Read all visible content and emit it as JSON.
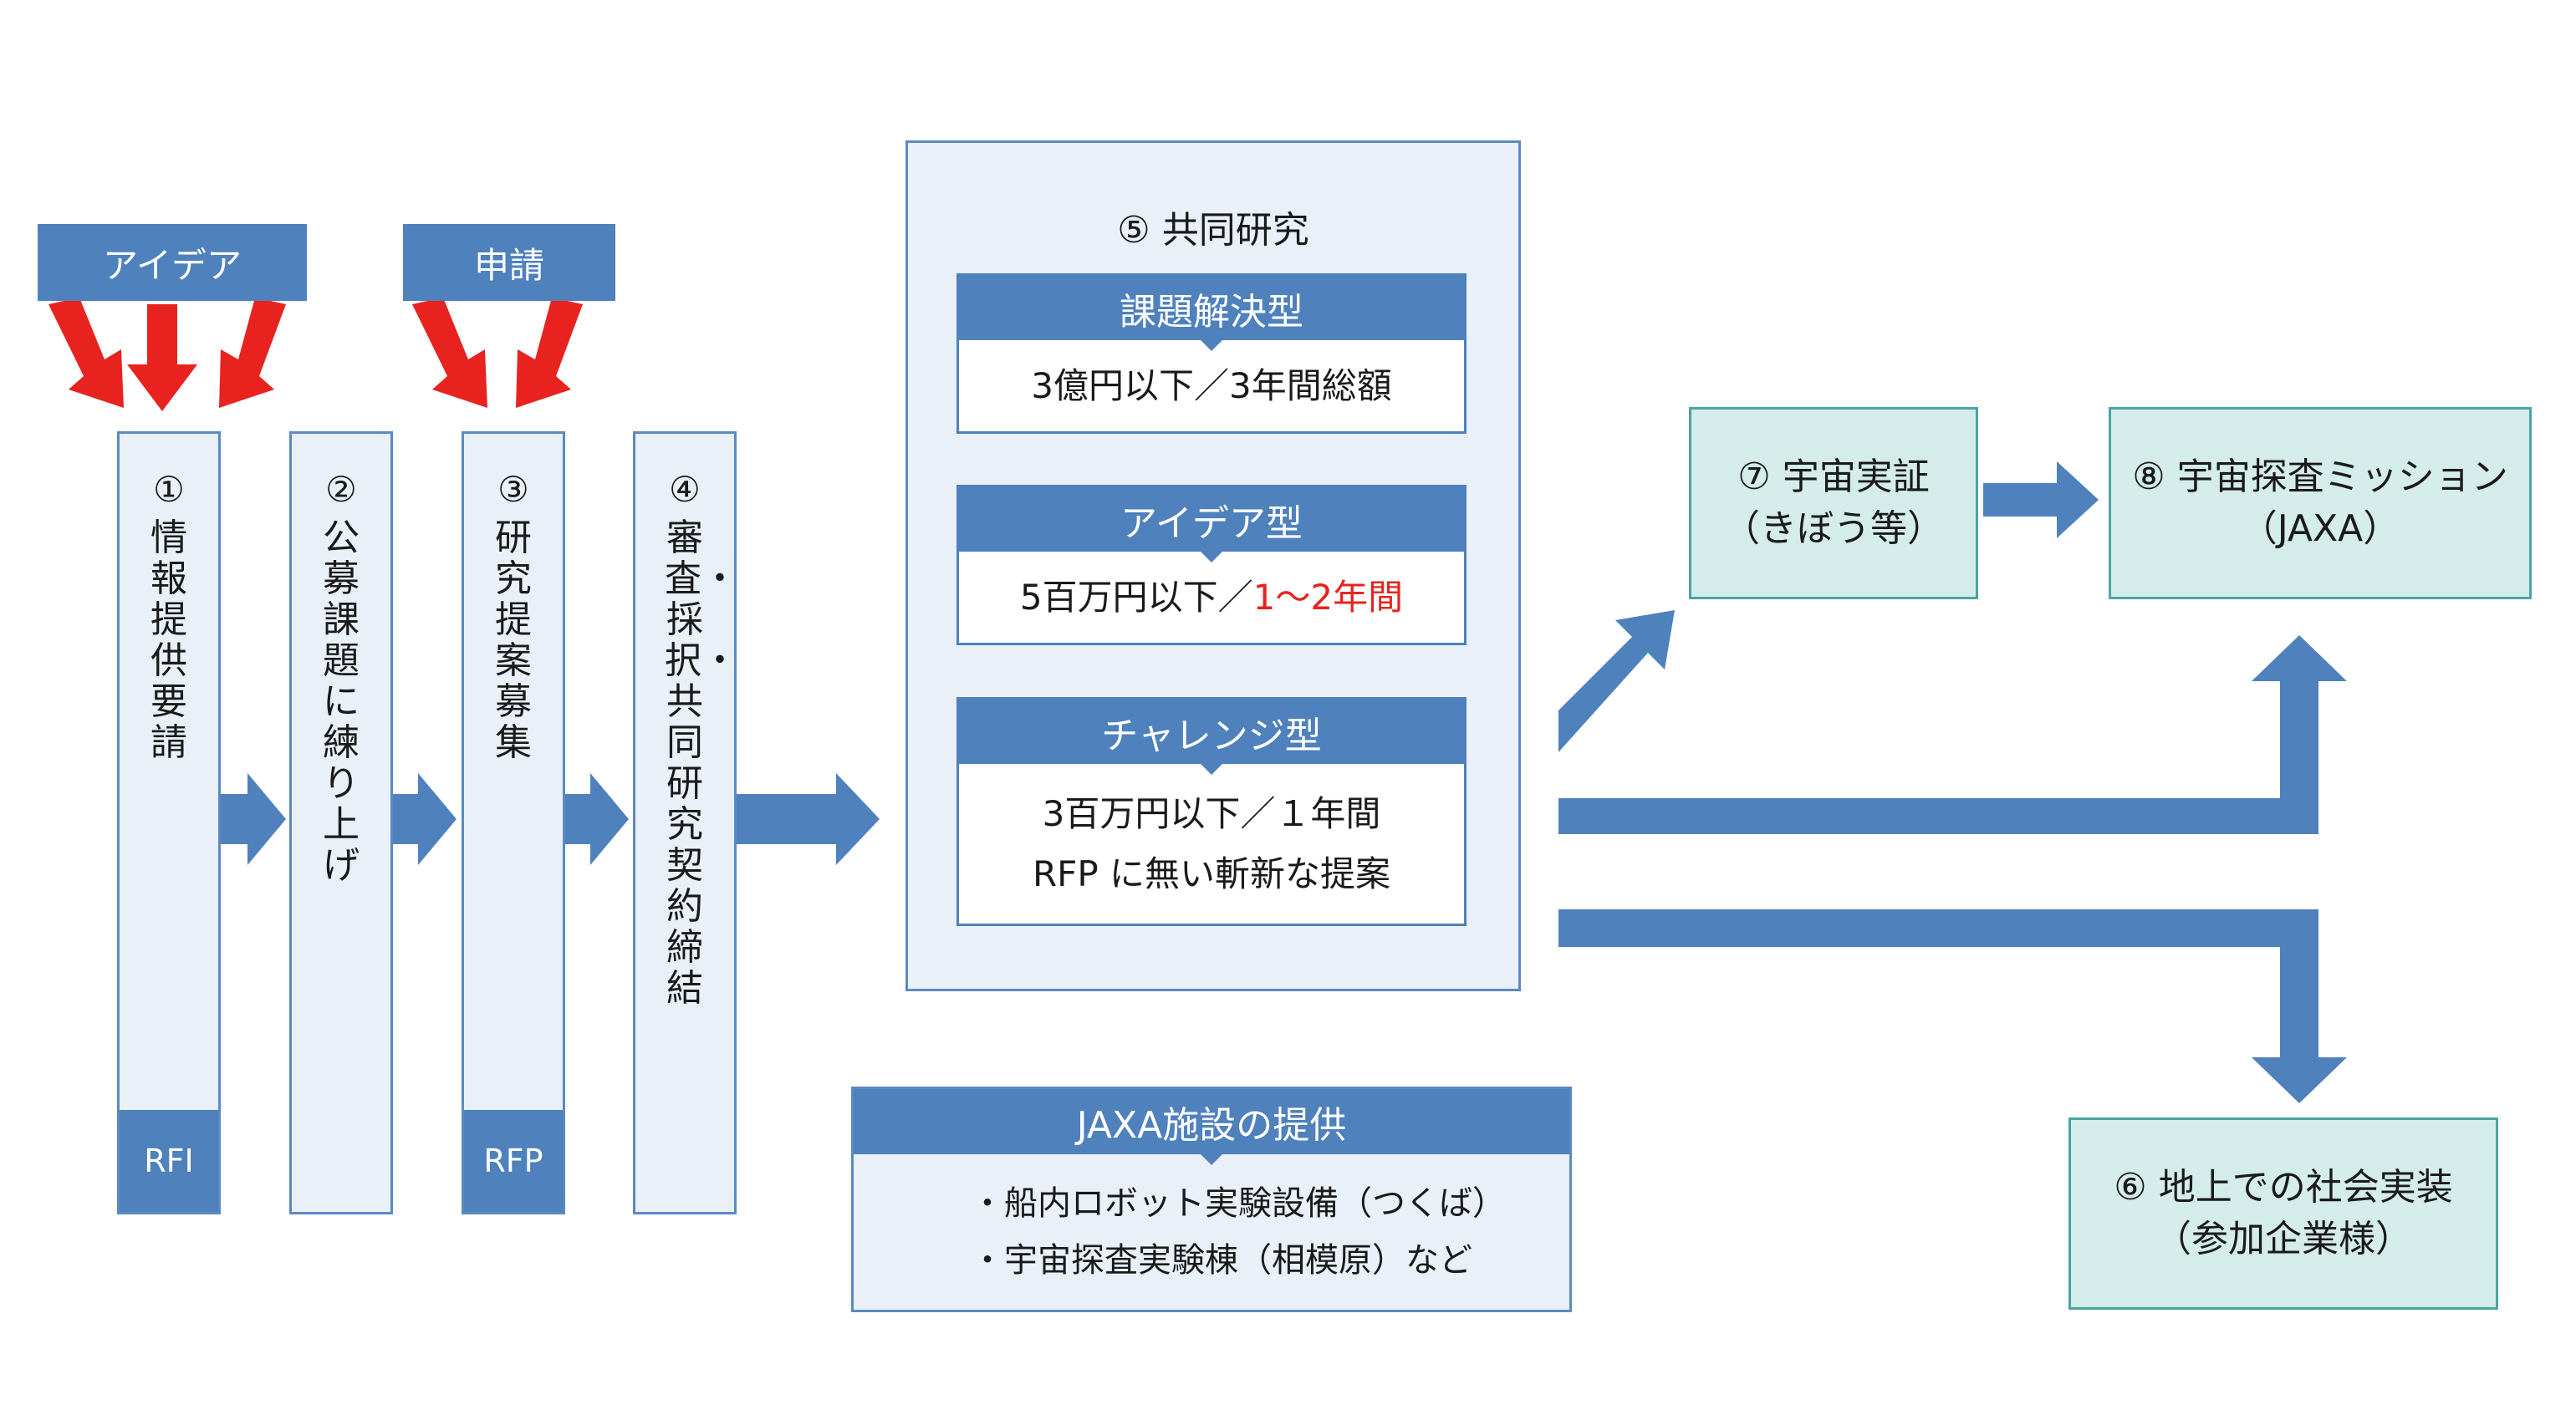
{
  "top_labels": {
    "idea": "アイデア",
    "apply": "申請"
  },
  "columns": [
    {
      "num": "①",
      "text": "情報提供要請",
      "footer": "RFI"
    },
    {
      "num": "②",
      "text": "公募課題に練り上げ",
      "footer": ""
    },
    {
      "num": "③",
      "text": "研究提案募集",
      "footer": "RFP"
    },
    {
      "num": "④",
      "text": "審査・採択・共同研究契約締結",
      "footer": ""
    }
  ],
  "joint_research": {
    "title": "⑤ 共同研究",
    "types": [
      {
        "name": "課題解決型",
        "line1": "3億円以下／3年間総額"
      },
      {
        "name": "アイデア型",
        "line1_a": "5百万円以下／",
        "line1_b": "1〜2年間"
      },
      {
        "name": "チャレンジ型",
        "line1": "3百万円以下／１年間",
        "line2": "RFP に無い斬新な提案"
      }
    ]
  },
  "facility": {
    "title": "JAXA施設の提供",
    "items": [
      "・船内ロボット実験設備（つくば）",
      "・宇宙探査実験棟（相模原）など"
    ]
  },
  "outcomes": {
    "space_demo": {
      "line1": "⑦ 宇宙実証",
      "line2": "（きぼう等）"
    },
    "mission": {
      "line1": "⑧ 宇宙探査ミッション",
      "line2": "（JAXA）"
    },
    "ground": {
      "line1": "⑥ 地上での社会実装",
      "line2": "（参加企業様）"
    }
  },
  "colors": {
    "primary": "#4f81bd",
    "light": "#e9f0f8",
    "teal_fill": "#d4ecea",
    "teal_border": "#4aa5a0",
    "red": "#e8231f"
  }
}
